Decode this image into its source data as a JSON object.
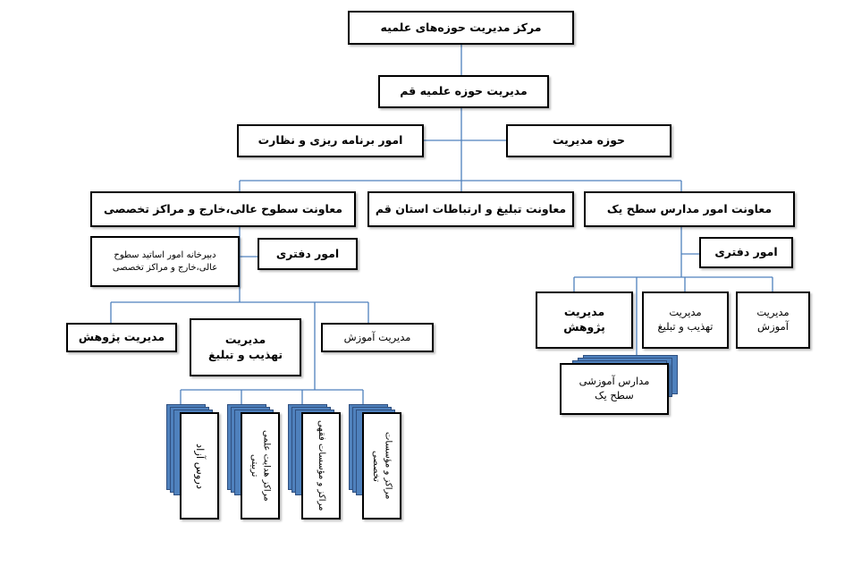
{
  "nodes": {
    "center": "مرکز مدیریت حوزه‌های علمیه",
    "qom": "مدیریت حوزه علمیه قم",
    "planning": "امور برنامه ریزی و نظارت",
    "management": "حوزه مدیریت",
    "higher_levels": "معاونت سطوح عالی،خارج و مراکز تخصصی",
    "propagation": "معاونت تبلیغ و ارتباطات استان قم",
    "level1_schools": "معاونت امور مدارس سطح یک",
    "secretariat_professors": "دبیرخانه امور اساتید سطوح\nعالی،خارج و مراکز تخصصی",
    "office_left": "امور دفتری",
    "office_right": "امور دفتری",
    "research_left": "مدیریت پژوهش",
    "ethics_left": "مدیریت\nتهذیب و تبلیغ",
    "education_left": "مدیریت آموزش",
    "research_right": "مدیریت\nپژوهش",
    "ethics_right": "مدیریت\nتهذیب و تبلیغ",
    "education_right": "مدیریت\nآموزش",
    "level1_educational_schools": "مدارس آموزشی\nسطح یک",
    "free_courses": "دروس آزاد",
    "scientific_guidance": "مراکز هدایت علمی تربیتی",
    "jurisprudence_centers": "مراکز و مؤسسات فقهی",
    "specialized_centers": "مراکز و مؤسسات تخصصی"
  },
  "colors": {
    "connector": "#4f81bd",
    "stack_fill": "#4f81bd",
    "box_border": "#000000"
  }
}
